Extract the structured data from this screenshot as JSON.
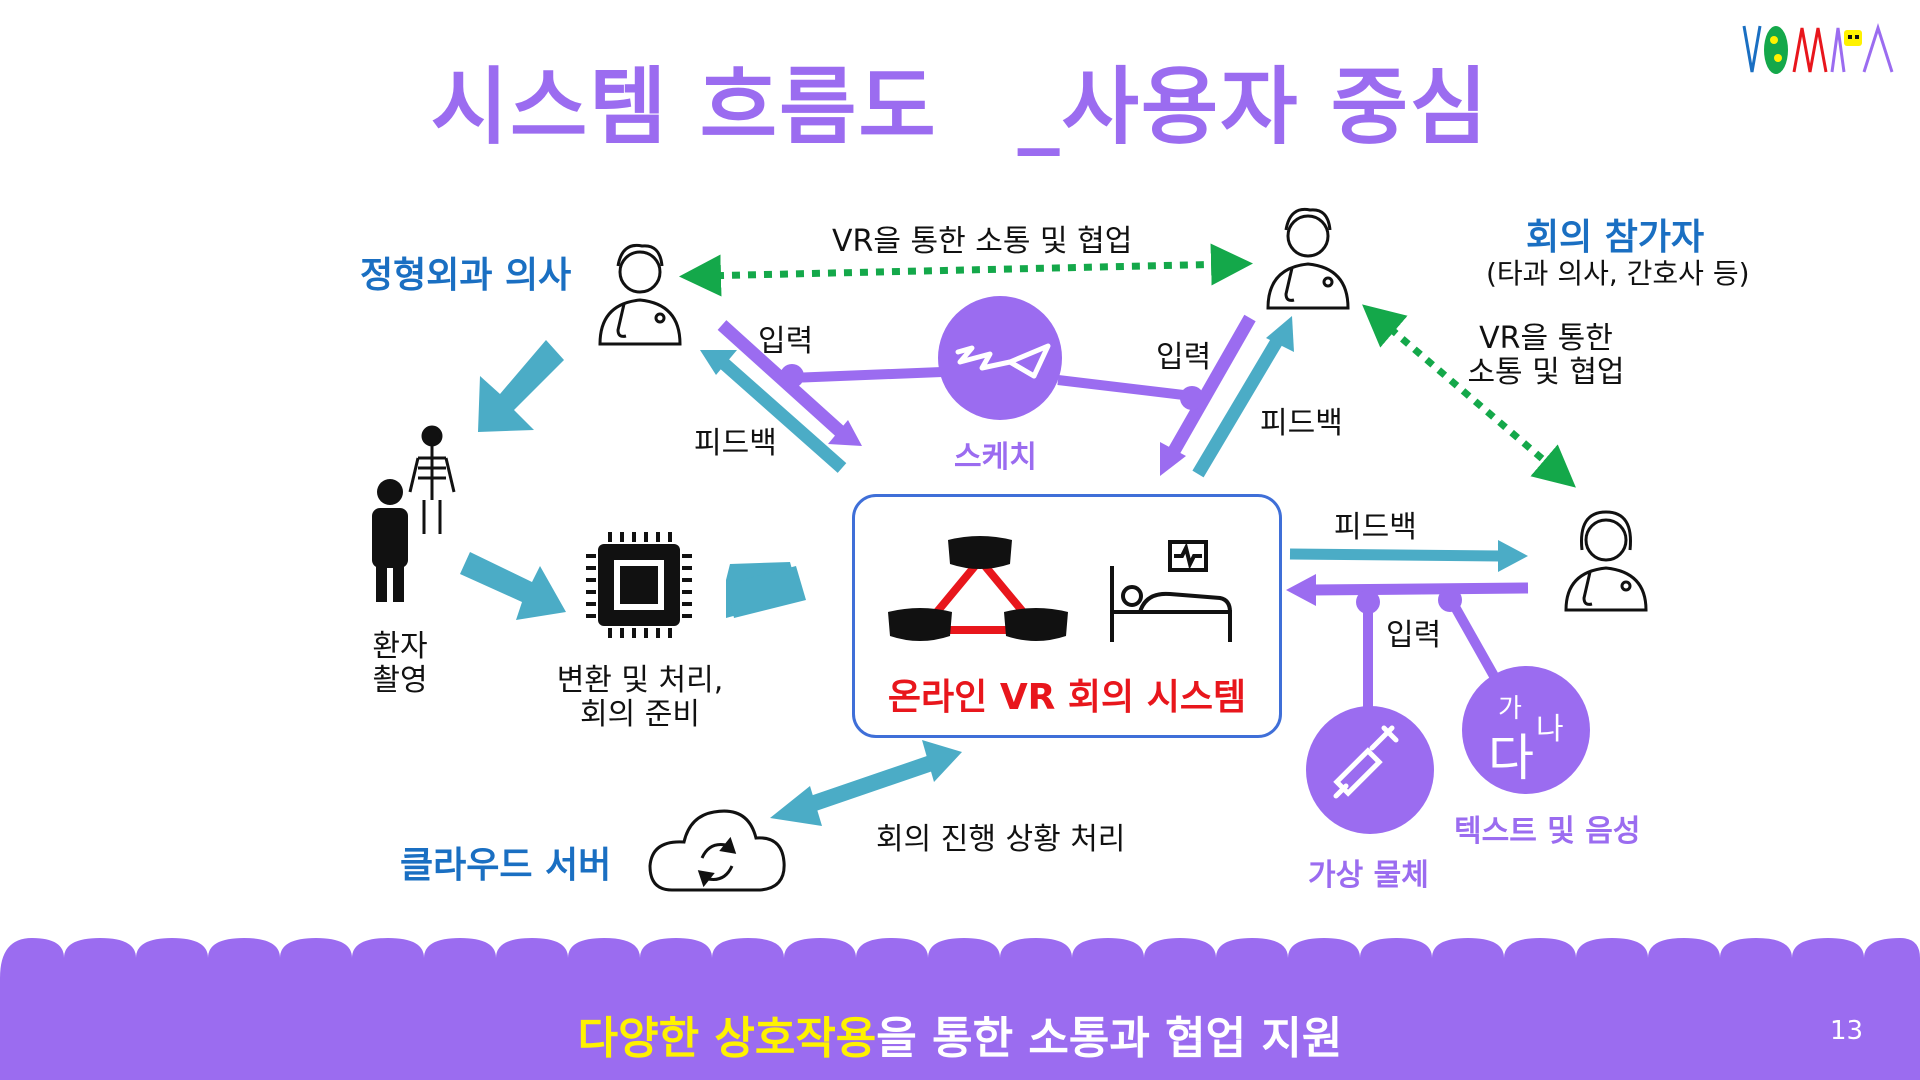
{
  "title": {
    "main": "시스템 흐름도",
    "sub": "_사용자 중심"
  },
  "nodes": {
    "surgeon": "정형외과 의사",
    "participants_title": "회의 참가자",
    "participants_sub": "(타과 의사, 간호사 등)",
    "patient_line1": "환자",
    "patient_line2": "촬영",
    "processing_line1": "변환 및 처리,",
    "processing_line2": "회의 준비",
    "system": "온라인 VR 회의 시스템",
    "cloud": "클라우드 서버",
    "sketch": "스케치",
    "virtual_object": "가상 물체",
    "text_voice": "텍스트 및 음성"
  },
  "edges": {
    "vr_comm_top": "VR을 통한 소통 및 협업",
    "vr_comm_right_line1": "VR을 통한",
    "vr_comm_right_line2": "소통 및 협업",
    "input_left": "입력",
    "feedback_left": "피드백",
    "input_right": "입력",
    "feedback_right": "피드백",
    "feedback_nurse": "피드백",
    "input_nurse": "입력",
    "cloud_process": "회의 진행 상황 처리"
  },
  "text_icon": {
    "ga": "가",
    "na": "나",
    "da": "다"
  },
  "footer": {
    "highlight": "다양한 상호작용",
    "rest": "을 통한 소통과 협업 지원",
    "page": "13"
  },
  "colors": {
    "purple": "#9b6cf0",
    "teal": "#4bacc6",
    "green": "#14a84a",
    "blue": "#1a6fc2",
    "red": "#e8161c"
  }
}
